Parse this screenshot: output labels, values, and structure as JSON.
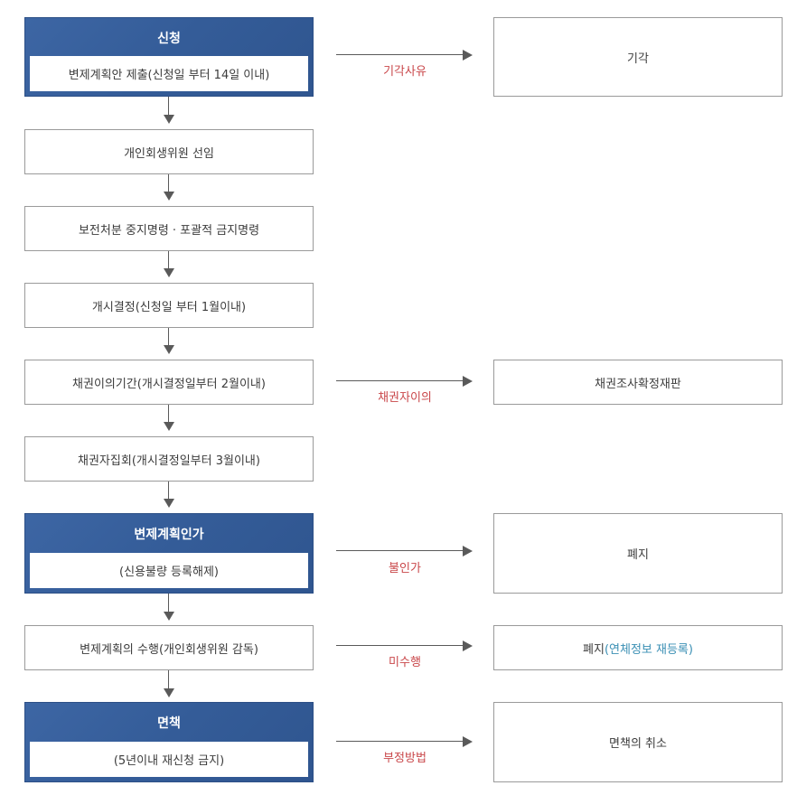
{
  "steps": {
    "apply_title": "신청",
    "apply_sub": "변제계획안 제출(신청일 부터 14일 이내)",
    "committee": "개인회생위원 선임",
    "preserve": "보전처분 중지명령 · 포괄적 금지명령",
    "commence": "개시결정(신청일 부터 1월이내)",
    "objection": "채권이의기간(개시결정일부터 2월이내)",
    "meeting": "채권자집회(개시결정일부터 3월이내)",
    "approve_title": "변제계획인가",
    "approve_sub": "(신용불량 등록해제)",
    "perform": "변제계획의 수행(개인회생위원 감독)",
    "discharge_title": "면책",
    "discharge_sub": "(5년이내 재신청 금지)"
  },
  "branches": {
    "reject_label": "기각사유",
    "reject_box": "기각",
    "dispute_label": "채권자이의",
    "dispute_box": "채권조사확정재판",
    "notapprove_label": "불인가",
    "abolish_box": "폐지",
    "nonperform_label": "미수행",
    "abolish2_main": "폐지",
    "abolish2_sub": "(연체정보 재등록)",
    "fraud_label": "부정방법",
    "cancel_box": "면책의 취소"
  }
}
